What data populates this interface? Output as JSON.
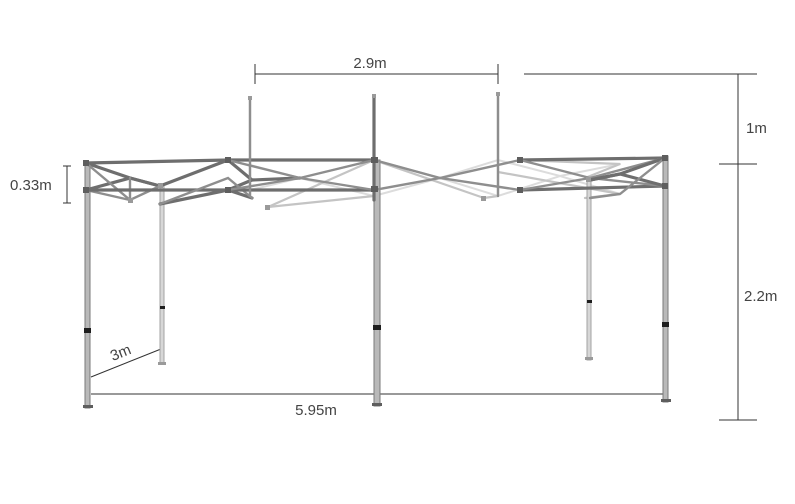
{
  "dimensions": {
    "top_width": "2.9m",
    "roof_height": "1m",
    "frame_depth": "0.33m",
    "leg_height": "2.2m",
    "side_depth": "3m",
    "total_width": "5.95m"
  },
  "colors": {
    "frame_dark": "#6e6e6e",
    "frame_light": "#c4c4c4",
    "dimension_line": "#333333",
    "text": "#444444"
  }
}
